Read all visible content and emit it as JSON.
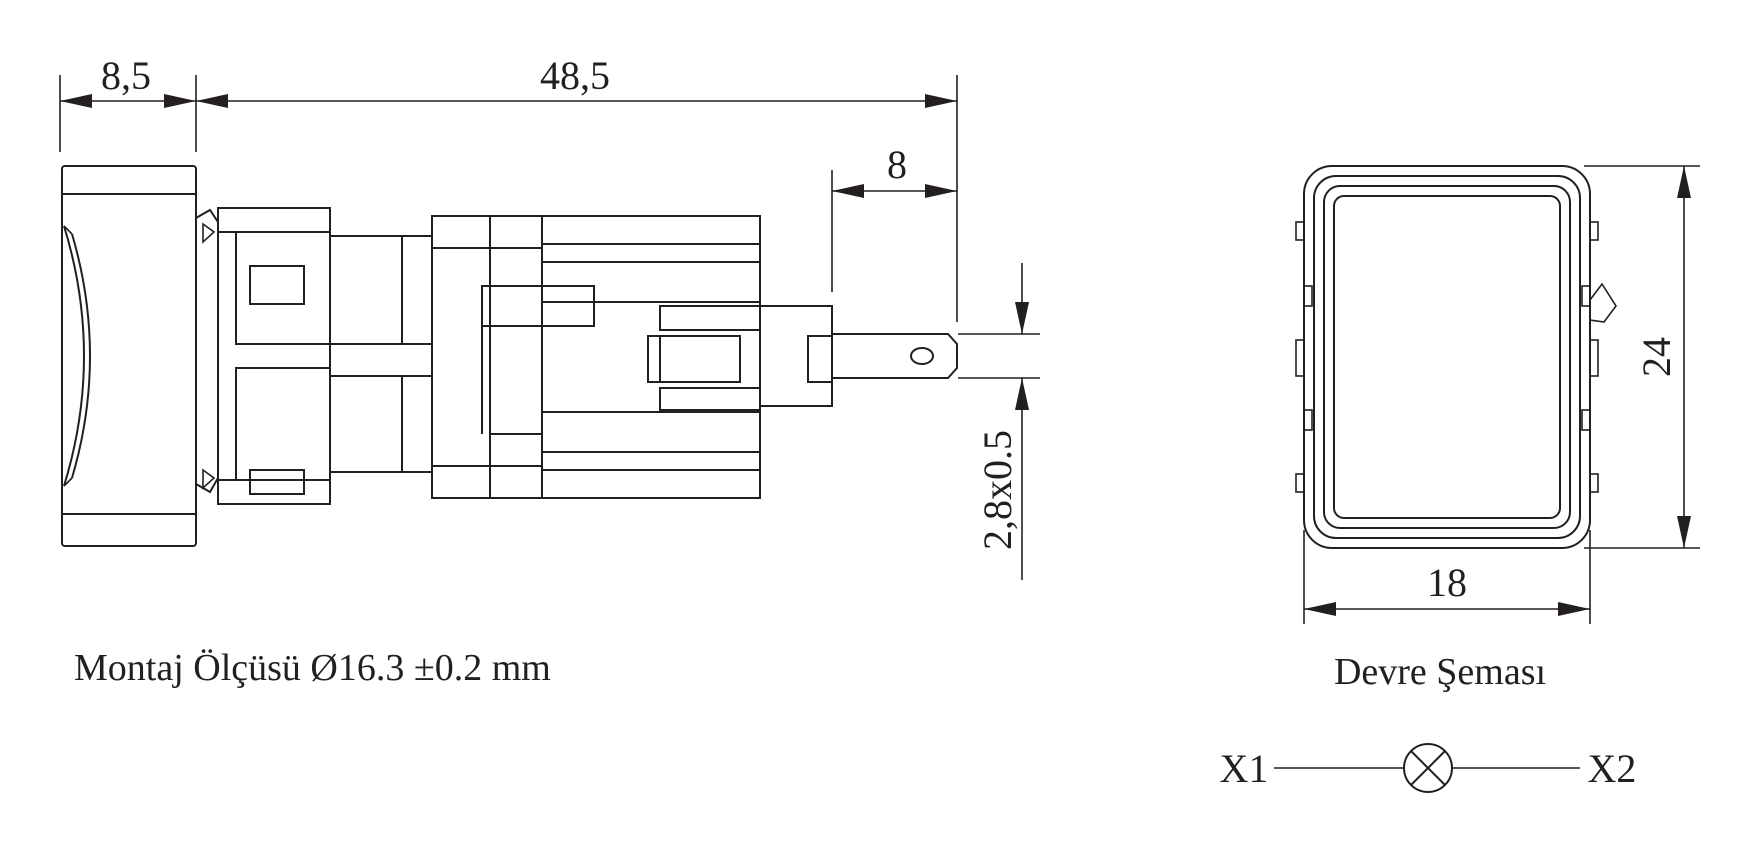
{
  "side_view": {
    "dim_front": "8,5",
    "dim_total": "48,5",
    "dim_terminal": "8",
    "dim_terminal_size": "2,8x0.5",
    "caption": "Montaj Ölçüsü Ø16.3 ±0.2 mm"
  },
  "front_view": {
    "dim_height": "24",
    "dim_width": "18",
    "caption": "Devre Şeması"
  },
  "circuit": {
    "left_label": "X1",
    "right_label": "X2",
    "symbol": "lamp-symbol"
  }
}
